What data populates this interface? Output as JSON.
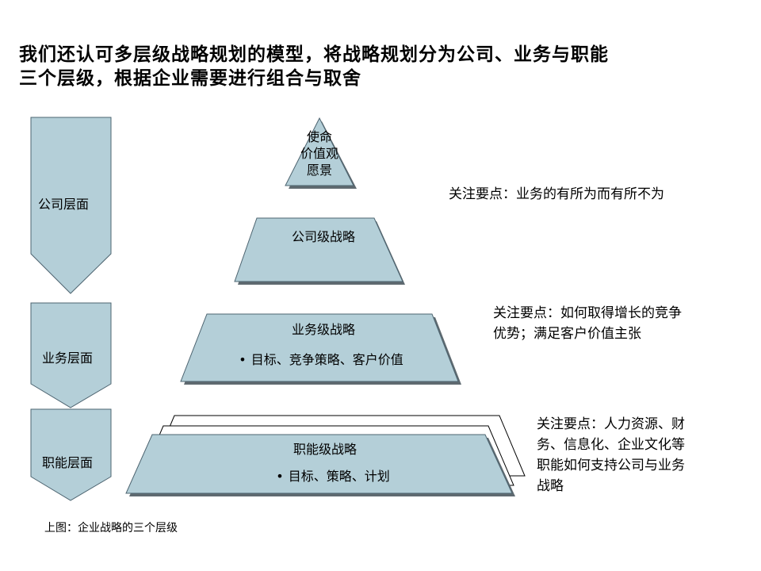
{
  "title": {
    "line1": "我们还认可多层级战略规划的模型，将战略规划分为公司、业务与职能",
    "line2": "三个层级，根据企业需要进行组合与取舍"
  },
  "levels": {
    "company": "公司层面",
    "business": "业务层面",
    "functional": "职能层面"
  },
  "pyramid": {
    "apex": [
      "使命",
      "价值观",
      "愿景"
    ],
    "corporate": "公司级战略",
    "business_title": "业务级战略",
    "business_bullet": "目标、竞争策略、客户价值",
    "functional_title": "职能级战略",
    "functional_bullet": "目标、策略、计划"
  },
  "notes": {
    "company": [
      "关注要点：业务的有所为而有所不为"
    ],
    "business": [
      "关注要点：如何取得增长的竞争",
      "优势；满足客户价值主张"
    ],
    "functional": [
      "关注要点：人力资源、财",
      "务、信息化、企业文化等",
      "职能如何支持公司与业务",
      "战略"
    ]
  },
  "caption": "上图：企业战略的三个层级",
  "colors": {
    "fill": "#b4cfd8",
    "stroke": "#4d6470",
    "shadow": "#5f6a70"
  }
}
